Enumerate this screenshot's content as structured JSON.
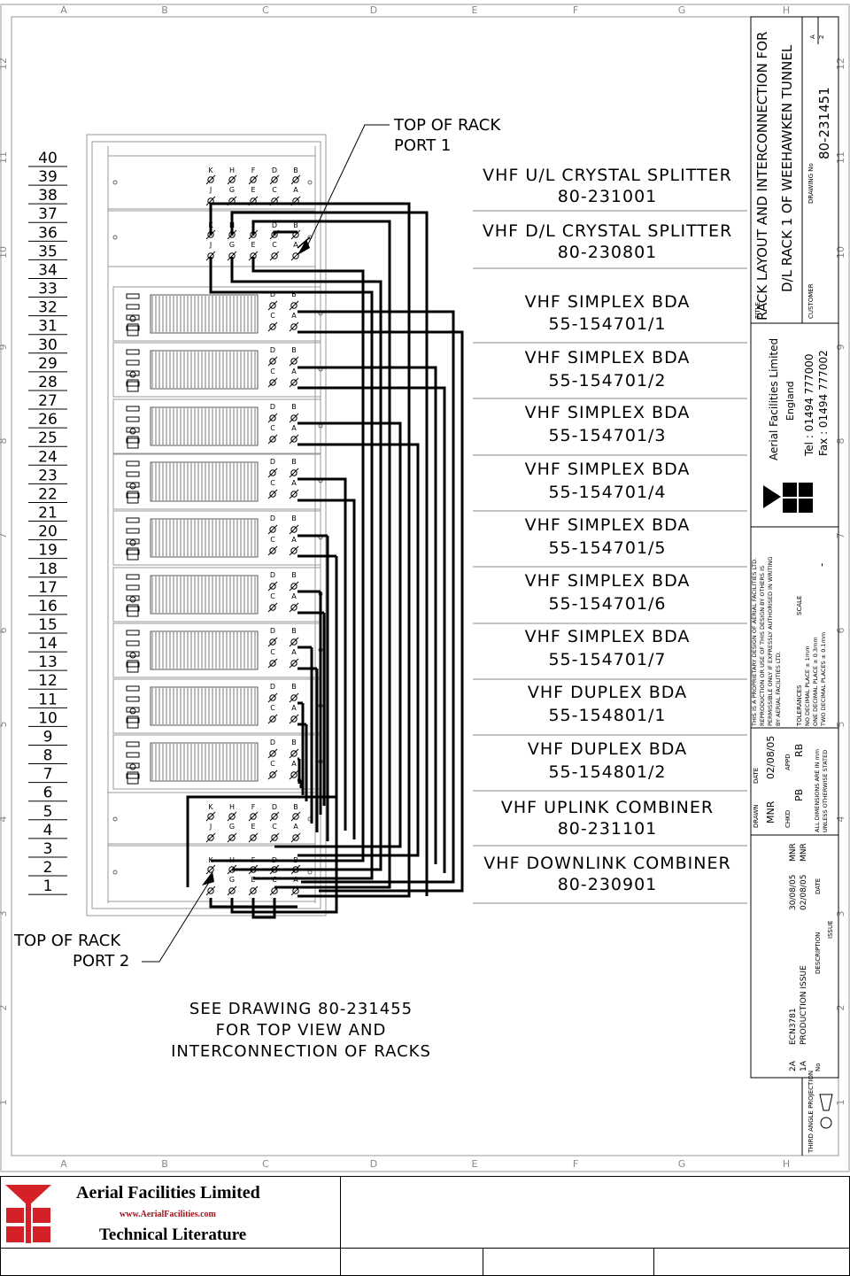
{
  "sheet": {
    "cols": [
      "A",
      "B",
      "C",
      "D",
      "E",
      "F",
      "G",
      "H"
    ],
    "rows": [
      "12",
      "11",
      "10",
      "9",
      "8",
      "7",
      "6",
      "5",
      "4",
      "3",
      "2",
      "1"
    ]
  },
  "rack": {
    "units": [
      "40",
      "39",
      "38",
      "37",
      "36",
      "35",
      "34",
      "33",
      "32",
      "31",
      "30",
      "29",
      "28",
      "27",
      "26",
      "25",
      "24",
      "23",
      "22",
      "21",
      "20",
      "19",
      "18",
      "17",
      "16",
      "15",
      "14",
      "13",
      "12",
      "11",
      "10",
      "9",
      "8",
      "7",
      "6",
      "5",
      "4",
      "3",
      "2",
      "1"
    ],
    "port1_label": [
      "TOP OF RACK",
      "PORT 1"
    ],
    "port2_label": [
      "TOP OF RACK",
      "PORT 2"
    ],
    "splitter_ports_top": [
      "K",
      "H",
      "F",
      "D",
      "B"
    ],
    "splitter_ports_bottom": [
      "J",
      "G",
      "E",
      "C",
      "A"
    ],
    "bda_ports": [
      "D",
      "B",
      "C",
      "A"
    ]
  },
  "modules": [
    {
      "name": "VHF U/L CRYSTAL SPLITTER",
      "part": "80-231001"
    },
    {
      "name": "VHF D/L CRYSTAL SPLITTER",
      "part": "80-230801"
    },
    {
      "name": "VHF SIMPLEX BDA",
      "part": "55-154701/1"
    },
    {
      "name": "VHF SIMPLEX BDA",
      "part": "55-154701/2"
    },
    {
      "name": "VHF SIMPLEX BDA",
      "part": "55-154701/3"
    },
    {
      "name": "VHF SIMPLEX BDA",
      "part": "55-154701/4"
    },
    {
      "name": "VHF SIMPLEX BDA",
      "part": "55-154701/5"
    },
    {
      "name": "VHF SIMPLEX BDA",
      "part": "55-154701/6"
    },
    {
      "name": "VHF SIMPLEX BDA",
      "part": "55-154701/7"
    },
    {
      "name": "VHF DUPLEX BDA",
      "part": "55-154801/1"
    },
    {
      "name": "VHF DUPLEX BDA",
      "part": "55-154801/2"
    },
    {
      "name": "VHF UPLINK COMBINER",
      "part": "80-231101"
    },
    {
      "name": "VHF DOWNLINK COMBINER",
      "part": "80-230901"
    }
  ],
  "note": [
    "SEE DRAWING 80-231455",
    "FOR TOP VIEW AND",
    "INTERCONNECTION OF RACKS"
  ],
  "title_block": {
    "title_caption": "TITLE",
    "title_lines": [
      "RACK LAYOUT AND INTERCONNECTION FOR",
      "D/L RACK 1 OF WEEHAWKEN TUNNEL"
    ],
    "drawing_no_caption": "DRAWING No",
    "drawing_no": "80-231451",
    "sheet_ref": "A\n2",
    "customer_caption": "CUSTOMER",
    "company": "Aerial Facilities Limited",
    "country": "England",
    "tel": "Tel : 01494 777000",
    "fax": "Fax : 01494 777002",
    "proprietary": [
      "THIS IS A PROPRIETARY DESIGN OF AERIAL FACILITIES LTD.",
      "REPRODUCTION OR USE OF THIS DESIGN BY OTHERS IS",
      "PERMISSIBLE ONLY IF EXPRESSLY AUTHORISED IN WRITING",
      "BY AERIAL FACILITIES LTD."
    ],
    "scale_caption": "SCALE",
    "scale": "-",
    "tolerances_caption": "TOLERANCES",
    "tolerances": [
      "NO DECIMAL PLACE ± 1mm",
      "ONE DECIMAL PLACE ± 0.3mm",
      "TWO DECIMAL PLACES ± 0.1mm"
    ],
    "date_caption": "DATE",
    "date": "02/08/05",
    "drawn_caption": "DRAWN",
    "drawn": "MNR",
    "chkd_caption": "CHKD",
    "chkd": "PB",
    "appd_caption": "APPD",
    "appd": "RB",
    "dims_note": [
      "ALL DIMENSIONS ARE IN mm",
      "UNLESS OTHERWISE STATED"
    ],
    "revisions": [
      {
        "no": "2A",
        "desc": "ECN3781",
        "date": "30/08/05",
        "by": "MNR"
      },
      {
        "no": "1A",
        "desc": "PRODUCTION ISSUE",
        "date": "02/08/05",
        "by": "MNR"
      }
    ],
    "rev_headers": {
      "no": "No",
      "desc": "DESCRIPTION",
      "date": "DATE",
      "issue": "ISSUE"
    },
    "projection": "THIRD ANGLE PROJECTION"
  },
  "footer": {
    "company": "Aerial Facilities Limited",
    "url": "www.AerialFacilities.com",
    "subtitle": "Technical Literature"
  }
}
